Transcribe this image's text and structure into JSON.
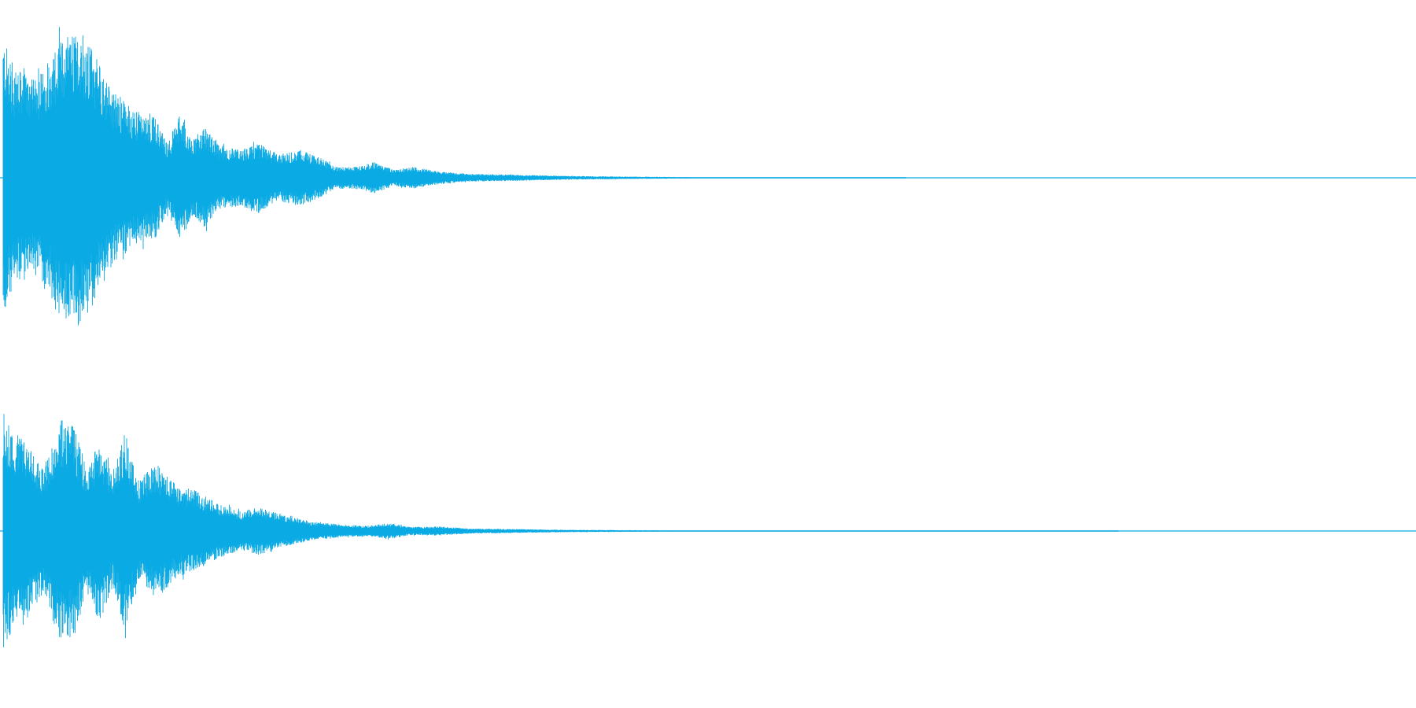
{
  "waveform": {
    "color": "#0aaae4",
    "background": "#ffffff",
    "channels": [
      {
        "name": "left",
        "envelope": [
          [
            0.0,
            0.95
          ],
          [
            0.01,
            0.7
          ],
          [
            0.025,
            0.62
          ],
          [
            0.04,
            0.85
          ],
          [
            0.055,
            0.98
          ],
          [
            0.068,
            0.78
          ],
          [
            0.08,
            0.55
          ],
          [
            0.095,
            0.43
          ],
          [
            0.11,
            0.38
          ],
          [
            0.118,
            0.22
          ],
          [
            0.127,
            0.4
          ],
          [
            0.136,
            0.25
          ],
          [
            0.145,
            0.32
          ],
          [
            0.155,
            0.2
          ],
          [
            0.17,
            0.18
          ],
          [
            0.182,
            0.22
          ],
          [
            0.196,
            0.15
          ],
          [
            0.212,
            0.18
          ],
          [
            0.228,
            0.12
          ],
          [
            0.236,
            0.07
          ],
          [
            0.25,
            0.07
          ],
          [
            0.265,
            0.1
          ],
          [
            0.278,
            0.05
          ],
          [
            0.292,
            0.07
          ],
          [
            0.31,
            0.04
          ],
          [
            0.33,
            0.025
          ],
          [
            0.36,
            0.02
          ],
          [
            0.4,
            0.012
          ],
          [
            0.45,
            0.007
          ],
          [
            0.5,
            0.004
          ],
          [
            0.55,
            0.003
          ],
          [
            0.59,
            0.0015
          ],
          [
            0.64,
            0.0005
          ],
          [
            1.0,
            0.0
          ]
        ]
      },
      {
        "name": "right",
        "envelope": [
          [
            0.0,
            0.95
          ],
          [
            0.01,
            0.75
          ],
          [
            0.02,
            0.65
          ],
          [
            0.03,
            0.48
          ],
          [
            0.043,
            0.85
          ],
          [
            0.052,
            0.8
          ],
          [
            0.062,
            0.45
          ],
          [
            0.07,
            0.7
          ],
          [
            0.08,
            0.42
          ],
          [
            0.088,
            0.75
          ],
          [
            0.098,
            0.38
          ],
          [
            0.11,
            0.52
          ],
          [
            0.125,
            0.35
          ],
          [
            0.14,
            0.3
          ],
          [
            0.155,
            0.2
          ],
          [
            0.17,
            0.15
          ],
          [
            0.183,
            0.18
          ],
          [
            0.2,
            0.12
          ],
          [
            0.22,
            0.07
          ],
          [
            0.24,
            0.05
          ],
          [
            0.26,
            0.04
          ],
          [
            0.275,
            0.06
          ],
          [
            0.29,
            0.03
          ],
          [
            0.31,
            0.035
          ],
          [
            0.33,
            0.02
          ],
          [
            0.36,
            0.015
          ],
          [
            0.4,
            0.009
          ],
          [
            0.45,
            0.006
          ],
          [
            0.5,
            0.004
          ],
          [
            0.52,
            0.002
          ],
          [
            0.58,
            0.001
          ],
          [
            1.0,
            0.0
          ]
        ]
      }
    ]
  }
}
